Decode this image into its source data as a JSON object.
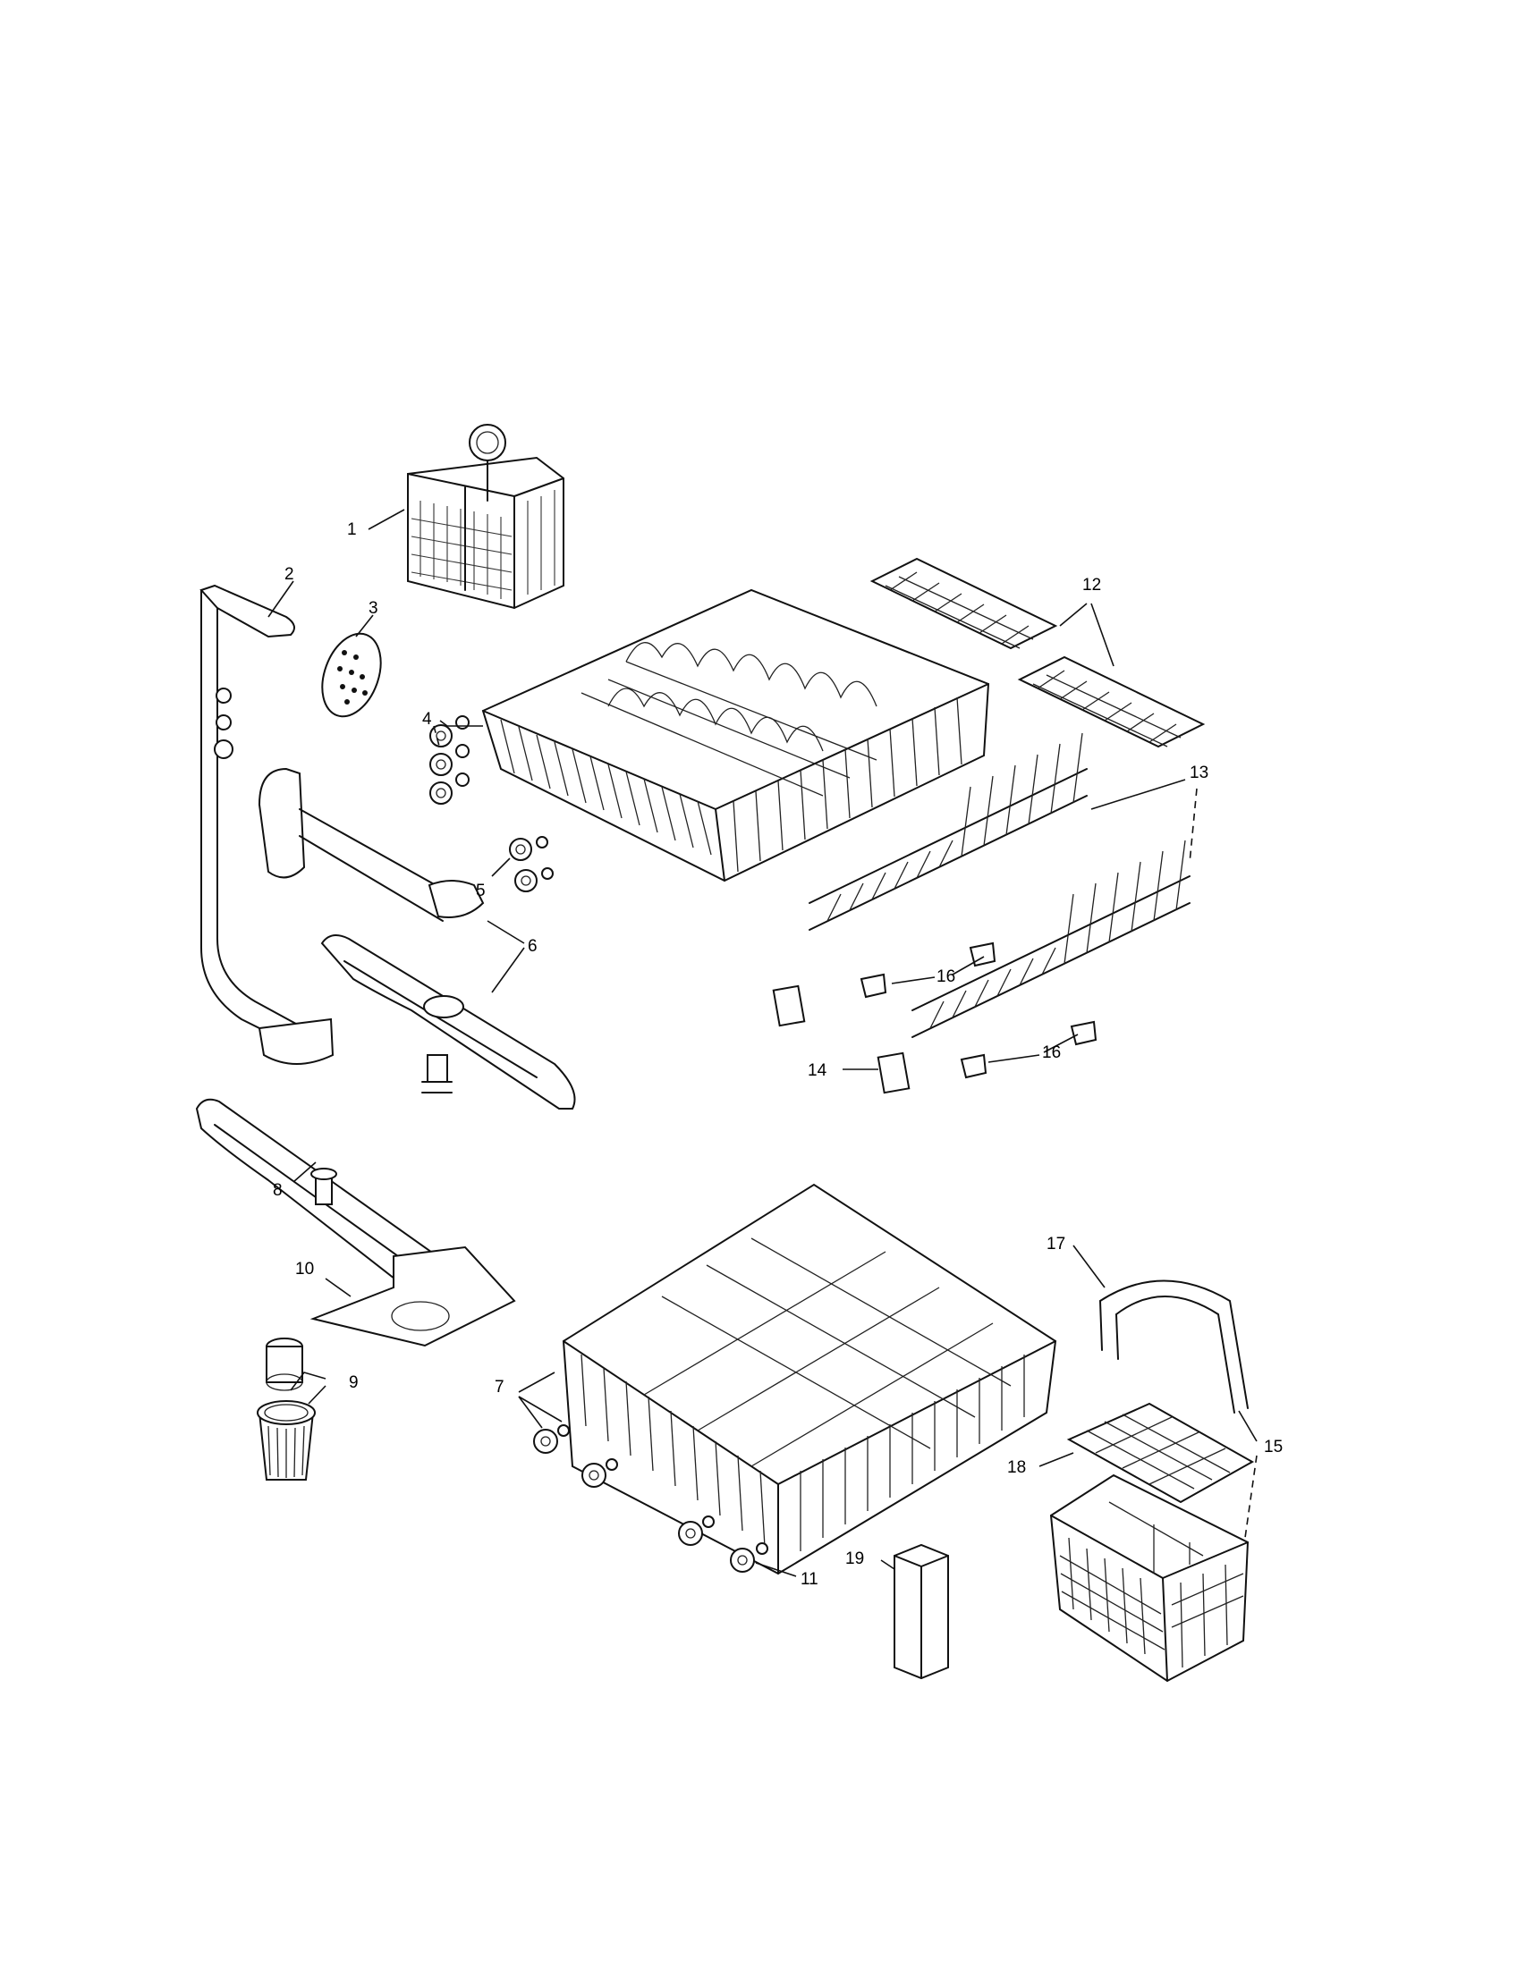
{
  "callouts": {
    "c1": "1",
    "c2": "2",
    "c3": "3",
    "c4": "4",
    "c5": "5",
    "c6": "6",
    "c7": "7",
    "c8": "8",
    "c9": "9",
    "c10": "10",
    "c11": "11",
    "c12": "12",
    "c13": "13",
    "c14": "14",
    "c15": "15",
    "c16a": "16",
    "c16b": "16",
    "c17": "17",
    "c18": "18",
    "c19": "19"
  }
}
